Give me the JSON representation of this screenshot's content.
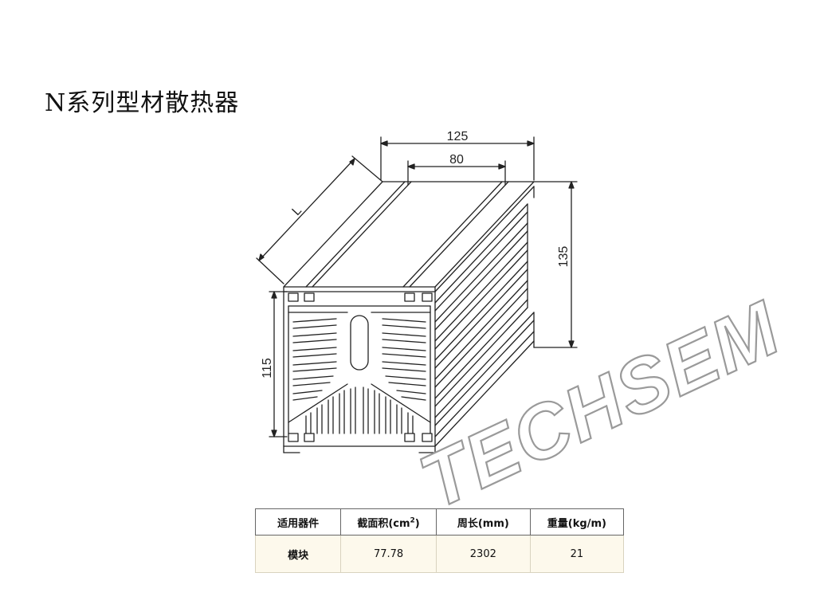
{
  "title": "N系列型材散热器",
  "drawing": {
    "dims": {
      "width_total": "125",
      "width_inner": "80",
      "height_front": "115",
      "height_side": "135",
      "length": "L"
    }
  },
  "spec_table": {
    "headers": {
      "device": "适用器件",
      "area_prefix": "截面积(cm",
      "area_sup": "2",
      "area_suffix": ")",
      "perimeter": "周长(mm)",
      "weight": "重量(kg/m)"
    },
    "row": {
      "device": "模块",
      "area": "77.78",
      "perimeter": "2302",
      "weight": "21"
    }
  },
  "watermark": "TECHSEM"
}
